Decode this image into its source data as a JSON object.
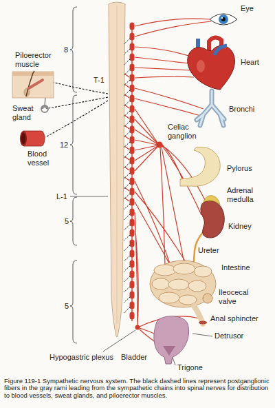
{
  "diagram": {
    "caption": "Figure 119-1 Sympathetic nervous system. The black dashed lines represent postganglionic fibers in the gray rami leading from the sympathetic chains into spinal nerves for distribution to blood vessels, sweat glands, and piloerector muscles.",
    "labels": [
      "Eye",
      "Piloerector muscle",
      "8",
      "T-1",
      "Heart",
      "Sweat gland",
      "Bronchi",
      "12",
      "Celiac ganglion",
      "Blood vessel",
      "Pylorus",
      "Adrenal medulla",
      "L-1",
      "5",
      "Kidney",
      "Ureter",
      "Intestine",
      "Ileocecal valve",
      "5",
      "Anal sphincter",
      "Detrusor",
      "Hypogastric plexus",
      "Bladder",
      "Trigone"
    ]
  }
}
